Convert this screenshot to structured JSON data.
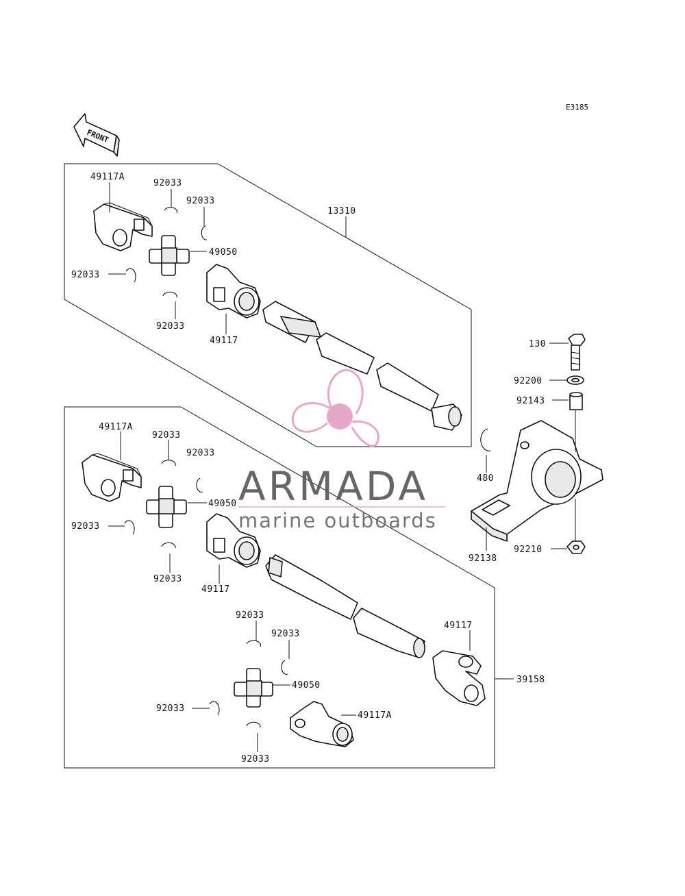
{
  "diagram_code": "E3185",
  "front_arrow_label": "FRONT",
  "watermark": {
    "brand": "ARMADA",
    "tagline": "marine outboards",
    "logo_color": "#e6a0c4",
    "text_color": "#5a5a5a"
  },
  "top_assembly": {
    "assembly_number": "13310",
    "labels": {
      "yoke_a": "49117A",
      "clip_1": "92033",
      "clip_2": "92033",
      "clip_3": "92033",
      "clip_4": "92033",
      "spider": "49050",
      "yoke": "49117"
    }
  },
  "bottom_assembly": {
    "assembly_number": "39158",
    "labels": {
      "yoke_a_left": "49117A",
      "clip_1": "92033",
      "clip_2": "92033",
      "clip_3": "92033",
      "clip_4": "92033",
      "spider_left": "49050",
      "yoke_left": "49117",
      "yoke_right": "49117",
      "clip_5": "92033",
      "clip_6": "92033",
      "spider_right": "49050",
      "clip_7": "92033",
      "yoke_a_right": "49117A",
      "clip_8": "92033"
    }
  },
  "bearing_assembly": {
    "bolt": "130",
    "washer": "92200",
    "collar": "92143",
    "circlip": "480",
    "housing": "92138",
    "nut": "92210"
  }
}
